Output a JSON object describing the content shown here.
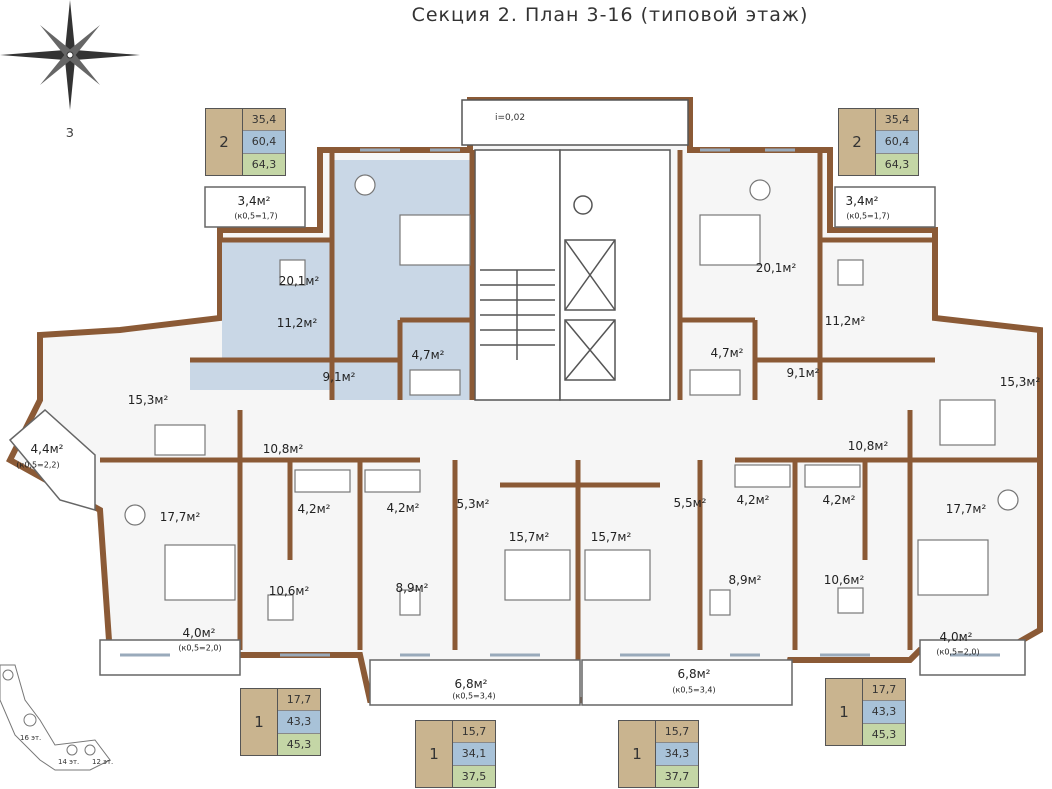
{
  "title": "Секция 2. План 3-16 (типовой этаж)",
  "compass_letter": "З",
  "slope_label": "i=0,02",
  "colors": {
    "wall": "#8b5a36",
    "blue_apt": "#c9d7e6",
    "floor": "#f4f4f4",
    "tan": "#c9b48f",
    "blue": "#a8c2d8",
    "green": "#c4d6a6"
  },
  "legends": [
    {
      "rooms": "2",
      "values": [
        "35,4",
        "60,4",
        "64,3"
      ]
    },
    {
      "rooms": "2",
      "values": [
        "35,4",
        "60,4",
        "64,3"
      ]
    },
    {
      "rooms": "1",
      "values": [
        "17,7",
        "43,3",
        "45,3"
      ]
    },
    {
      "rooms": "1",
      "values": [
        "15,7",
        "34,1",
        "37,5"
      ]
    },
    {
      "rooms": "1",
      "values": [
        "15,7",
        "34,3",
        "37,7"
      ]
    },
    {
      "rooms": "1",
      "values": [
        "17,7",
        "43,3",
        "45,3"
      ]
    }
  ],
  "rooms": [
    {
      "label": "3,4м²",
      "sub": "(к0,5=1,7)"
    },
    {
      "label": "11,2м²"
    },
    {
      "label": "20,1м²"
    },
    {
      "label": "4,7м²"
    },
    {
      "label": "9,1м²"
    },
    {
      "label": "15,3м²"
    },
    {
      "label": "10,8м²"
    },
    {
      "label": "4,4м²",
      "sub": "(к0,5=2,2)"
    },
    {
      "label": "17,7м²"
    },
    {
      "label": "4,2м²"
    },
    {
      "label": "4,2м²"
    },
    {
      "label": "10,6м²"
    },
    {
      "label": "8,9м²"
    },
    {
      "label": "4,0м²",
      "sub": "(к0,5=2,0)"
    },
    {
      "label": "5,3м²"
    },
    {
      "label": "15,7м²"
    },
    {
      "label": "15,7м²"
    },
    {
      "label": "5,5м²"
    },
    {
      "label": "6,8м²",
      "sub": "(к0,5=3,4)"
    },
    {
      "label": "6,8м²",
      "sub": "(к0,5=3,4)"
    },
    {
      "label": "20,1м²"
    },
    {
      "label": "3,4м²",
      "sub": "(к0,5=1,7)"
    },
    {
      "label": "11,2м²"
    },
    {
      "label": "4,7м²"
    },
    {
      "label": "9,1м²"
    },
    {
      "label": "15,3м²"
    },
    {
      "label": "10,8м²"
    },
    {
      "label": "4,2м²"
    },
    {
      "label": "4,2м²"
    },
    {
      "label": "17,7м²"
    },
    {
      "label": "8,9м²"
    },
    {
      "label": "10,6м²"
    },
    {
      "label": "4,0м²",
      "sub": "(к0,5=2,0)"
    }
  ],
  "keyplan": {
    "labels": [
      "16 эт.",
      "14 эт.",
      "12 эт."
    ]
  }
}
